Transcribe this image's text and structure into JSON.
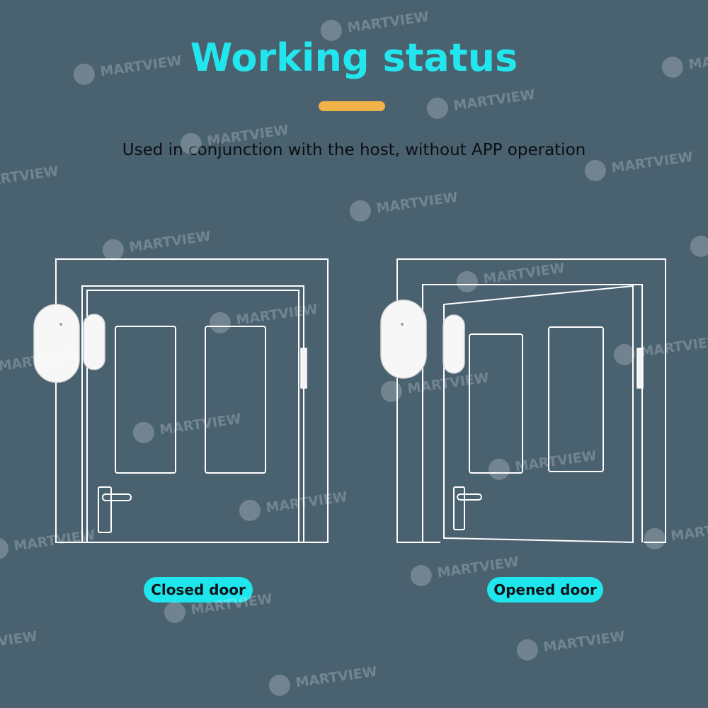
{
  "header": {
    "title": "Working status",
    "subtitle": "Used in conjunction with the host, without APP operation"
  },
  "labels": {
    "closed": "Closed door",
    "opened": "Opened door"
  },
  "watermark": {
    "text": "MARTVIEW"
  },
  "colors": {
    "background": "#4a6170",
    "title": "#22e6ee",
    "accent_bar": "#f2b24a",
    "pill": "#1fe5ec"
  }
}
